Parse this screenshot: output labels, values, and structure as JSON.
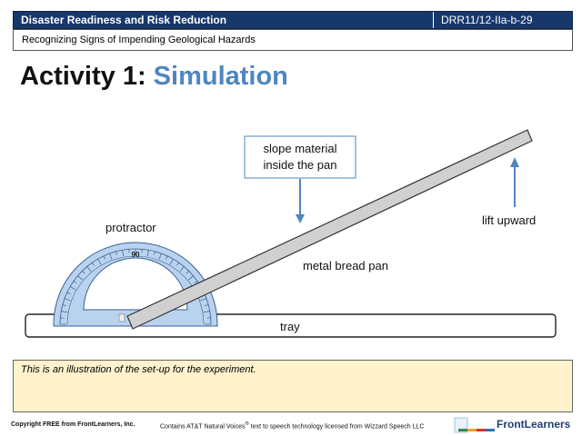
{
  "header": {
    "title": "Disaster Readiness and Risk Reduction",
    "code": "DRR11/12-IIa-b-29",
    "subtitle": "Recognizing Signs of Impending Geological Hazards"
  },
  "activity": {
    "prefix": "Activity 1:",
    "name": "Simulation"
  },
  "diagram": {
    "callout_line1": "slope material",
    "callout_line2": "inside the pan",
    "label_lift": "lift upward",
    "label_protractor": "protractor",
    "label_pan": "metal bread pan",
    "label_tray": "tray",
    "protractor_center_mark": "90",
    "accent_color": "#4f86bf",
    "protractor_color": "#b9d3ef"
  },
  "caption": {
    "text": "This is an illustration of the set-up for the experiment."
  },
  "footer": {
    "copyright": "Copyright FREE from FrontLearners, Inc.",
    "note_before": "Contains AT&T Natural Voices",
    "note_reg": "®",
    "note_after": " text to speech technology licensed from Wizzard Speech LLC",
    "brand": "FrontLearners"
  }
}
